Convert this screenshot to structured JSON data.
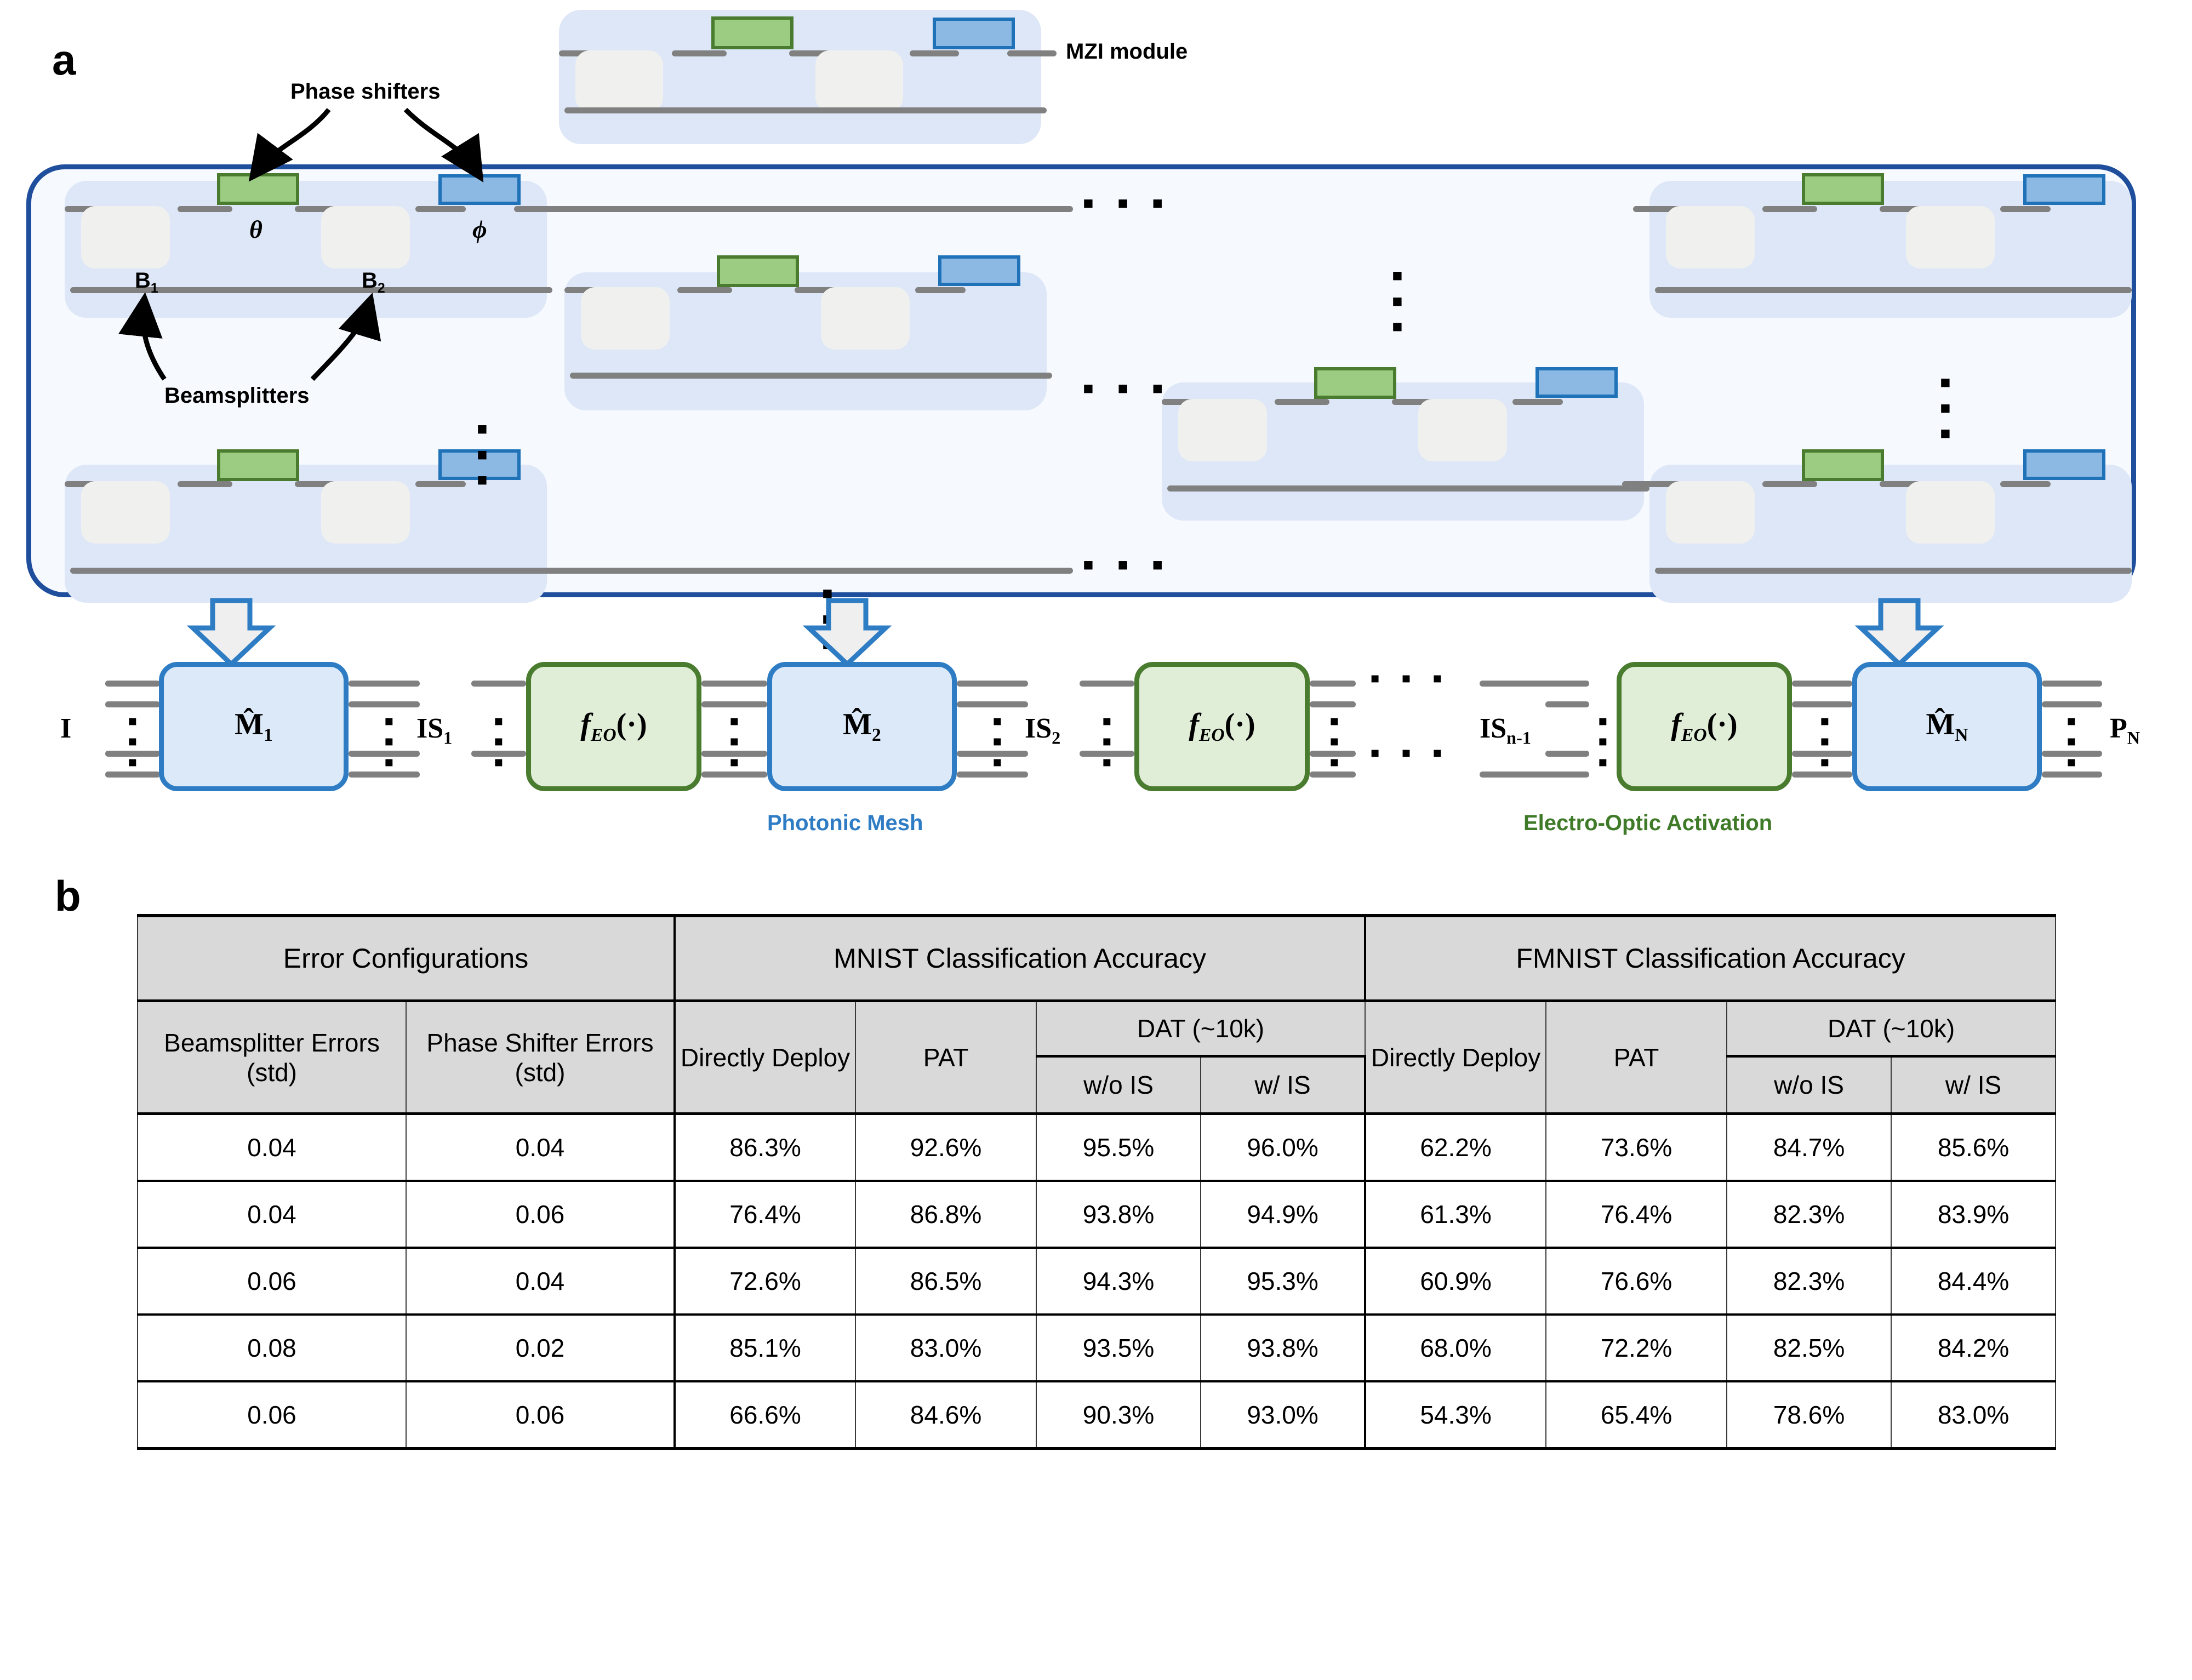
{
  "panels": {
    "a_letter": "a",
    "b_letter": "b"
  },
  "diagram": {
    "mzi_module_label": "MZI module",
    "phase_shifters_label": "Phase shifters",
    "beamsplitters_label": "Beamsplitters",
    "theta_symbol": "θ",
    "phi_symbol": "ϕ",
    "bs1_label": "B",
    "bs1_sub": "1",
    "bs2_label": "B",
    "bs2_sub": "2",
    "ellipsis_h": "▪ ▪ ▪",
    "ellipsis_v": "▪"
  },
  "blockdiagram": {
    "input_label": "I",
    "output_label": "P",
    "output_sub": "N",
    "mesh_legend": "Photonic Mesh",
    "activation_legend": "Electro-Optic Activation",
    "blocks": [
      {
        "kind": "mesh",
        "base": "M",
        "sub": "1",
        "hat": true
      },
      {
        "kind": "activation",
        "base": "f",
        "sub": "EO",
        "hat": false
      },
      {
        "kind": "mesh",
        "base": "M",
        "sub": "2",
        "hat": true
      },
      {
        "kind": "activation",
        "base": "f",
        "sub": "EO",
        "hat": false
      },
      {
        "kind": "activation",
        "base": "f",
        "sub": "EO",
        "hat": false
      },
      {
        "kind": "mesh",
        "base": "M",
        "sub": "N",
        "hat": true
      }
    ],
    "is_labels": [
      {
        "base": "IS",
        "sub": "1"
      },
      {
        "base": "IS",
        "sub": "2"
      },
      {
        "base": "IS",
        "sub": "n-1"
      }
    ],
    "ellipsis": "▪ ▪ ▪"
  },
  "table": {
    "group_headers": [
      "Error Configurations",
      "MNIST Classification Accuracy",
      "FMNIST Classification Accuracy"
    ],
    "sub_headers": {
      "beamsplitter": "Beamsplitter Errors (std)",
      "phase_shifter": "Phase Shifter Errors (std)",
      "directly_deploy": "Directly Deploy",
      "pat": "PAT",
      "dat": "DAT (~10k)",
      "wo_is": "w/o IS",
      "w_is": "w/ IS"
    },
    "rows": [
      {
        "bs": "0.04",
        "ps": "0.04",
        "mnist": {
          "dd": "86.3%",
          "pat": "92.6%",
          "wo": "95.5%",
          "wi": "96.0%"
        },
        "fmnist": {
          "dd": "62.2%",
          "pat": "73.6%",
          "wo": "84.7%",
          "wi": "85.6%"
        }
      },
      {
        "bs": "0.04",
        "ps": "0.06",
        "mnist": {
          "dd": "76.4%",
          "pat": "86.8%",
          "wo": "93.8%",
          "wi": "94.9%"
        },
        "fmnist": {
          "dd": "61.3%",
          "pat": "76.4%",
          "wo": "82.3%",
          "wi": "83.9%"
        }
      },
      {
        "bs": "0.06",
        "ps": "0.04",
        "mnist": {
          "dd": "72.6%",
          "pat": "86.5%",
          "wo": "94.3%",
          "wi": "95.3%"
        },
        "fmnist": {
          "dd": "60.9%",
          "pat": "76.6%",
          "wo": "82.3%",
          "wi": "84.4%"
        }
      },
      {
        "bs": "0.08",
        "ps": "0.02",
        "mnist": {
          "dd": "85.1%",
          "pat": "83.0%",
          "wo": "93.5%",
          "wi": "93.8%"
        },
        "fmnist": {
          "dd": "68.0%",
          "pat": "72.2%",
          "wo": "82.5%",
          "wi": "84.2%"
        }
      },
      {
        "bs": "0.06",
        "ps": "0.06",
        "mnist": {
          "dd": "66.6%",
          "pat": "84.6%",
          "wo": "90.3%",
          "wi": "93.0%"
        },
        "fmnist": {
          "dd": "54.3%",
          "pat": "65.4%",
          "wo": "78.6%",
          "wi": "83.0%"
        }
      }
    ]
  },
  "colors": {
    "mesh_border": "#1f4e9c",
    "mzi_fill": "#dde7f7",
    "phase_shifter_green": "#9ccc81",
    "phase_shifter_green_border": "#4a7c2f",
    "phase_shifter_blue": "#8cb8e4",
    "phase_shifter_blue_border": "#1f72b8",
    "waveguide": "#808080",
    "mesh_legend_color": "#2e7cc4",
    "activation_legend_color": "#3f7a28",
    "table_header_fill": "#d9d9d9"
  }
}
